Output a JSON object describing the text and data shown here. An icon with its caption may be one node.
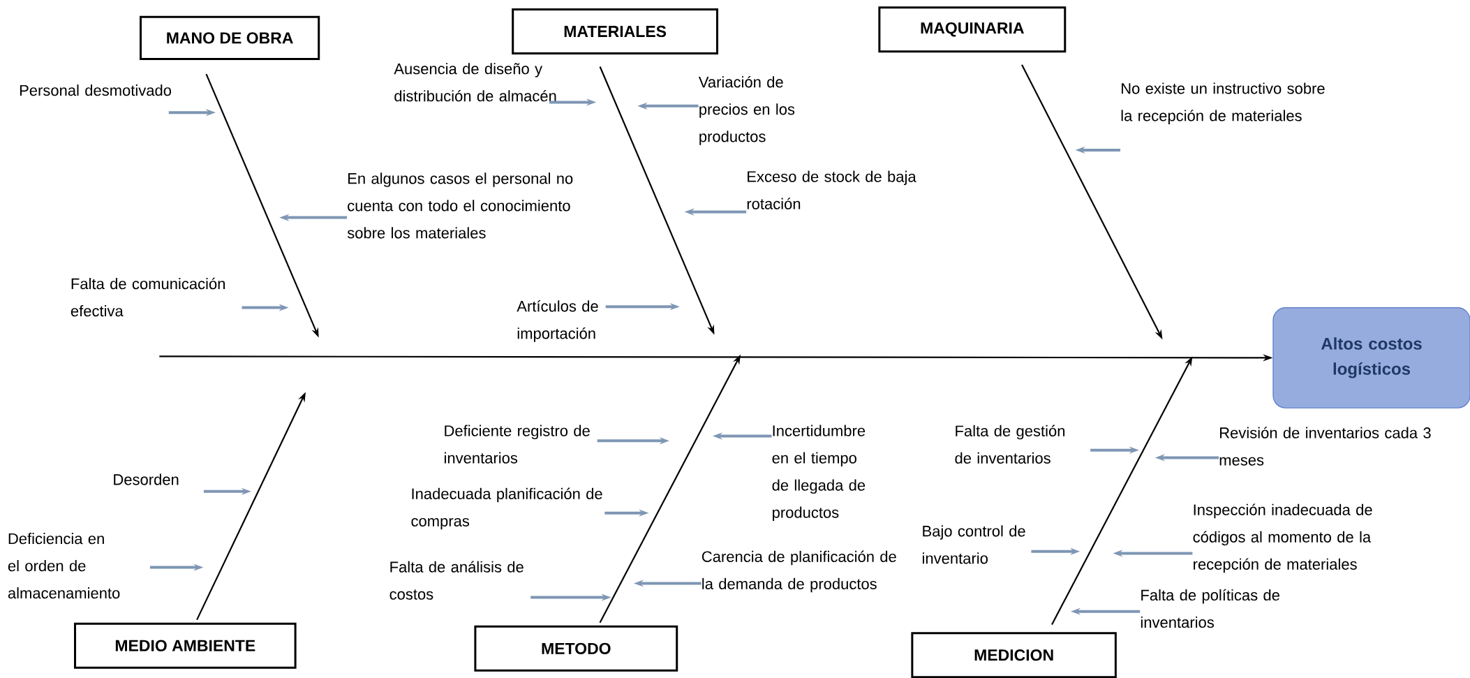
{
  "diagram": {
    "nodes": [
      {
        "text": [
          "MANO DE OBRA"
        ]
      },
      {
        "text": [
          "MATERIALES"
        ]
      },
      {
        "text": [
          "MAQUINARIA"
        ]
      },
      {
        "text": [
          "Personal desmotivado"
        ]
      },
      {
        "text": [
          "Ausencia de diseño y distribución de almacén"
        ]
      },
      {
        "text": [
          "Variación de precios en los productos"
        ]
      },
      {
        "text": [
          "No existe un instructivo sobre la recepción de materiales"
        ]
      },
      {
        "text": [
          "Exceso de stock de baja rotación"
        ]
      },
      {
        "text": [
          "En algunos casos el personal no cuenta con todo el conocimiento sobre los materiales"
        ]
      },
      {
        "text": [
          "Falta de comunicación efectiva"
        ]
      },
      {
        "text": [
          "Artículos de importación"
        ]
      },
      {
        "text": [
          "Altos costos logísticos"
        ]
      },
      {
        "text": [
          "Deficiente registro de inventarios"
        ]
      },
      {
        "text": [
          "Incertidumbre en el tiempo de llegada de productos"
        ]
      },
      {
        "text": [
          "Falta de gestión de inventarios"
        ]
      },
      {
        "text": [
          "Revisión de inventarios cada 3 meses"
        ]
      },
      {
        "text": [
          "Desorden"
        ]
      },
      {
        "text": [
          "Inadecuada planificación de compras"
        ]
      },
      {
        "text": [
          "Inspección inadecuada de códigos al momento de la recepción de materiales"
        ]
      },
      {
        "text": [
          "Bajo control de inventario"
        ]
      },
      {
        "text": [
          "Deficiencia en el orden de almacenamiento"
        ]
      },
      {
        "text": [
          "Falta de análisis de costos"
        ]
      },
      {
        "text": [
          "Carencia de planificación de la demanda de productos"
        ]
      },
      {
        "text": [
          "Falta de políticas de inventarios"
        ]
      },
      {
        "text": [
          "MEDIO AMBIENTE"
        ]
      },
      {
        "text": [
          "METODO"
        ]
      },
      {
        "text": [
          "MEDICION"
        ]
      }
    ],
    "edges": [
      {
        "from": 0,
        "to": null,
        "arrow": "to",
        "color": "#000000"
      },
      {
        "from": 1,
        "to": null,
        "arrow": "to",
        "color": "#000000"
      },
      {
        "from": 2,
        "to": null,
        "arrow": "to",
        "color": "#000000"
      },
      {
        "from": 24,
        "to": null,
        "arrow": "to",
        "color": "#000000"
      },
      {
        "from": 25,
        "to": null,
        "arrow": "to",
        "color": "#000000"
      },
      {
        "from": 26,
        "to": null,
        "arrow": "to",
        "color": "#000000"
      },
      {
        "from": null,
        "to": 11,
        "arrow": "to",
        "color": "#000000"
      },
      {
        "from": 3,
        "to": null,
        "arrow": "to"
      },
      {
        "from": 4,
        "to": null,
        "arrow": "to"
      },
      {
        "from": 5,
        "to": null,
        "arrow": "to"
      },
      {
        "from": 6,
        "to": null,
        "arrow": "to"
      },
      {
        "from": 7,
        "to": null,
        "arrow": "to"
      },
      {
        "from": 8,
        "to": null,
        "arrow": "to"
      },
      {
        "from": 9,
        "to": null,
        "arrow": "to"
      },
      {
        "from": 10,
        "to": null,
        "arrow": "to"
      },
      {
        "from": 12,
        "to": null,
        "arrow": "to"
      },
      {
        "from": 13,
        "to": null,
        "arrow": "to"
      },
      {
        "from": 14,
        "to": null,
        "arrow": "to"
      },
      {
        "from": 15,
        "to": null,
        "arrow": "to"
      },
      {
        "from": 16,
        "to": null,
        "arrow": "to"
      },
      {
        "from": 17,
        "to": null,
        "arrow": "to"
      },
      {
        "from": 18,
        "to": null,
        "arrow": "to"
      },
      {
        "from": 19,
        "to": null,
        "arrow": "to"
      },
      {
        "from": 20,
        "to": null,
        "arrow": "to"
      },
      {
        "from": 21,
        "to": null,
        "arrow": "to"
      },
      {
        "from": 22,
        "to": null,
        "arrow": "to"
      },
      {
        "from": 23,
        "to": null,
        "arrow": "to"
      }
    ]
  }
}
